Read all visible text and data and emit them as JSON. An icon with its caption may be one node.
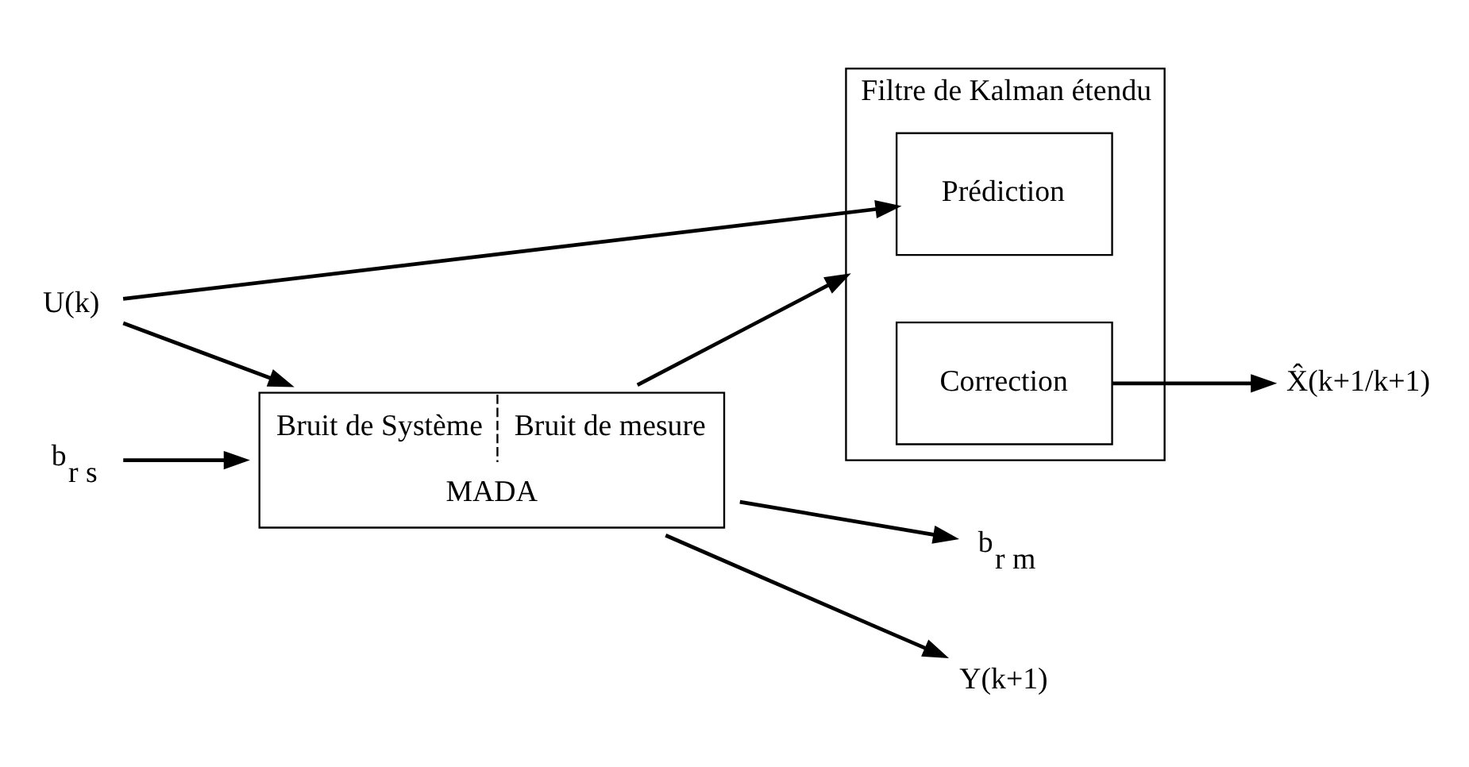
{
  "diagram": {
    "nodes": [
      {
        "text": [
          "Bruit de Système",
          "Bruit de mesure",
          "MADA"
        ]
      },
      {
        "text": [
          "Filtre de Kalman étendu"
        ]
      },
      {
        "text": [
          "Prédiction"
        ],
        "in": 1
      },
      {
        "text": [
          "Correction"
        ],
        "in": 1
      },
      {
        "text": [
          "b$_{r s}$"
        ]
      },
      {
        "text": [
          "U(k)"
        ]
      },
      {
        "text": [
          "b$_{r m}$"
        ]
      },
      {
        "text": [
          "Y(k+1)"
        ]
      },
      {
        "text": [
          "X̂(k+1/k+1)"
        ]
      }
    ],
    "edges": [
      {
        "from": 4,
        "to": 0,
        "arrow": "to"
      },
      {
        "from": 5,
        "to": 0,
        "arrow": "to"
      },
      {
        "from": 5,
        "to": 2,
        "arrow": "to"
      },
      {
        "from": 0,
        "to": 6,
        "arrow": "to"
      },
      {
        "from": 0,
        "to": 7,
        "arrow": "to"
      },
      {
        "from": 0,
        "to": 1,
        "arrow": "to"
      },
      {
        "from": 3,
        "to": 8,
        "arrow": "to"
      }
    ]
  }
}
